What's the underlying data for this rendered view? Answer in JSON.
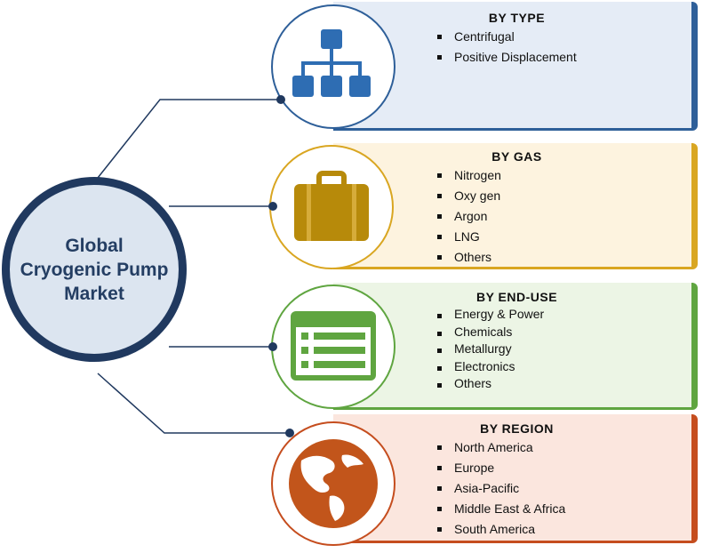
{
  "hub": {
    "title": "Global\nCryogenic Pump\nMarket"
  },
  "colors": {
    "hub_border": "#20395f",
    "type": "#2e5f99",
    "gas": "#d9a621",
    "end_use": "#5fa540",
    "region": "#c54d1e"
  },
  "segments": [
    {
      "key": "type",
      "title": "BY TYPE",
      "icon": "hierarchy-icon",
      "items": [
        "Centrifugal",
        "Positive Displacement"
      ]
    },
    {
      "key": "gas",
      "title": "BY GAS",
      "icon": "briefcase-icon",
      "items": [
        "Nitrogen",
        "Oxy gen",
        "Argon",
        "LNG",
        "Others"
      ]
    },
    {
      "key": "end_use",
      "title": "BY END-USE",
      "icon": "list-icon",
      "items": [
        "Energy & Power",
        "Chemicals",
        "Metallurgy",
        "Electronics",
        "Others"
      ]
    },
    {
      "key": "region",
      "title": "BY REGION",
      "icon": "globe-icon",
      "items": [
        "North America",
        "Europe",
        "Asia-Pacific",
        "Middle East & Africa",
        "South America"
      ]
    }
  ]
}
